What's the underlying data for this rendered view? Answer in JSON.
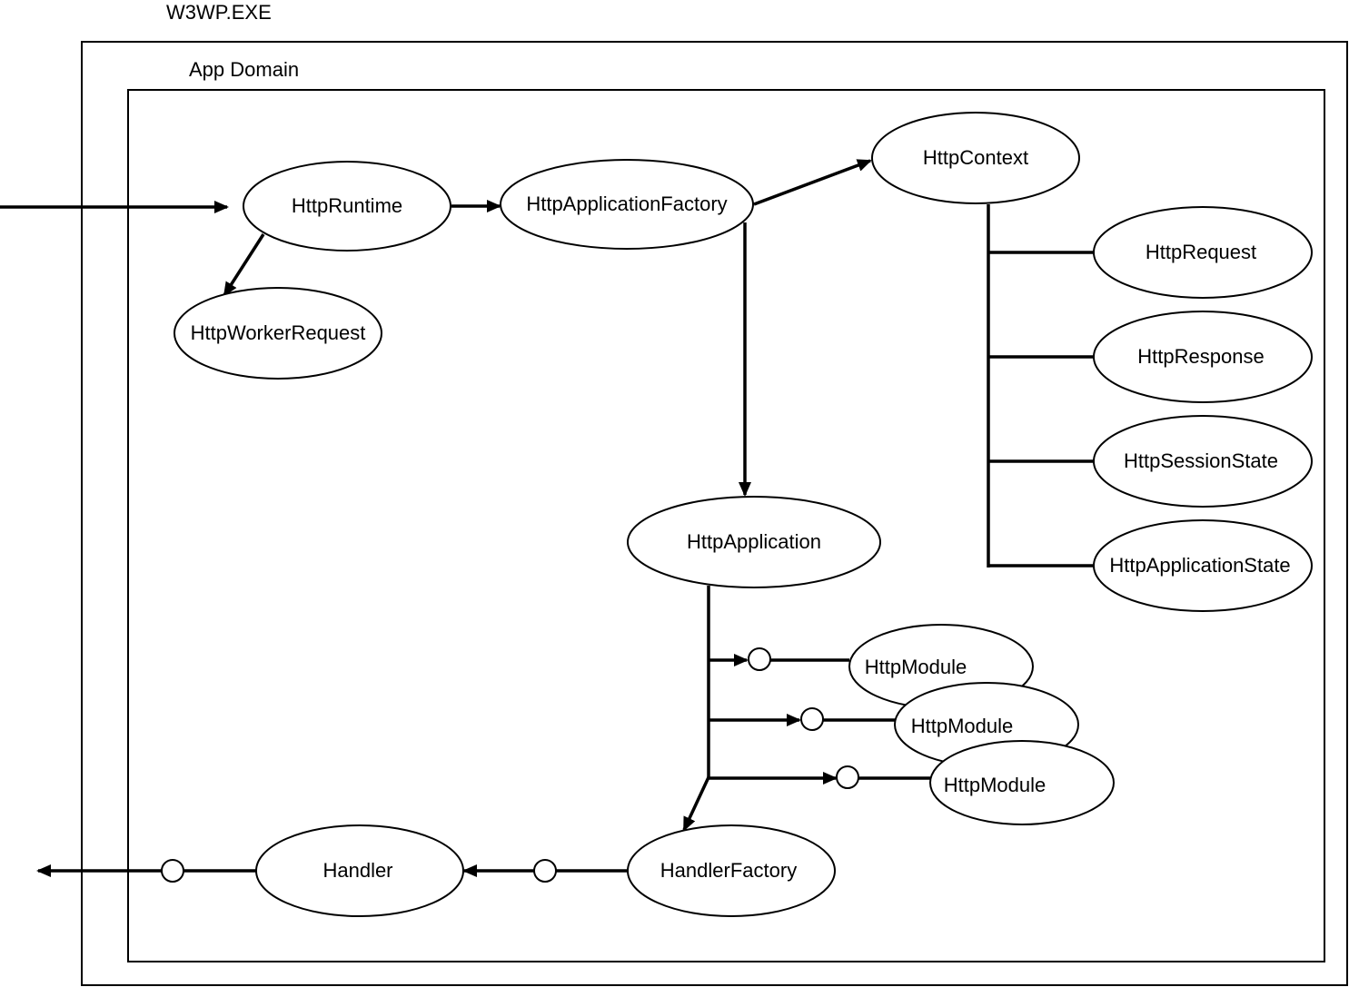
{
  "process_label": "W3WP.EXE",
  "appdomain_label": "App Domain",
  "nodes": {
    "http_runtime": "HttpRuntime",
    "http_application_factory": "HttpApplicationFactory",
    "http_context": "HttpContext",
    "http_worker_request": "HttpWorkerRequest",
    "http_request": "HttpRequest",
    "http_response": "HttpResponse",
    "http_session_state": "HttpSessionState",
    "http_application_state": "HttpApplicationState",
    "http_application": "HttpApplication",
    "http_module_1": "HttpModule",
    "http_module_2": "HttpModule",
    "http_module_3": "HttpModule",
    "handler_factory": "HandlerFactory",
    "handler": "Handler"
  }
}
